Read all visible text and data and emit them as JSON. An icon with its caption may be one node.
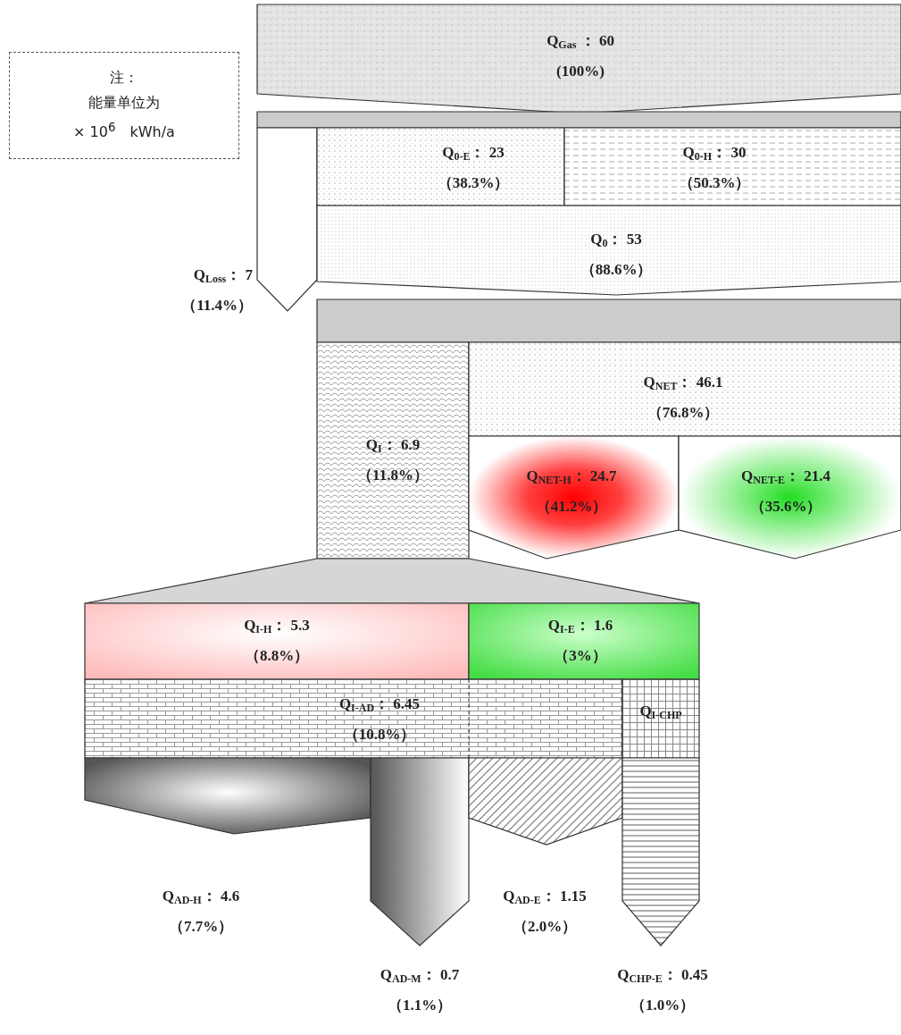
{
  "diagram": {
    "nodes": [
      {
        "text": [
          "注：",
          "能量单位为",
          "× 10$^{6}$　kWh/a"
        ]
      },
      {
        "text": [
          "Q$_{Gas}$ ： 60",
          "(100%)"
        ]
      },
      {
        "text": [],
        "shape": "bar"
      },
      {
        "text": [],
        "shape": "arrow",
        "beside": [
          "Q$_{Loss}$： 7",
          "（11.4%）"
        ]
      },
      {
        "text": [
          "Q$_{0-E}$： 23",
          "（38.3%）"
        ]
      },
      {
        "text": [
          "Q$_{0-H}$： 30",
          "（50.3%）"
        ]
      },
      {
        "text": [
          "Q$_{0}$： 53",
          "（88.6%）"
        ]
      },
      {
        "text": [],
        "shape": "bar"
      },
      {
        "text": [
          "Q$_{I}$： 6.9",
          "（11.8%）"
        ]
      },
      {
        "text": [
          "Q$_{NET}$： 46.1",
          "（76.8%）"
        ]
      },
      {
        "text": [
          "Q$_{NET-H}$： 24.7",
          "（41.2%）"
        ]
      },
      {
        "text": [
          "Q$_{NET-E}$： 21.4",
          "（35.6%）"
        ]
      },
      {
        "text": [],
        "shape": "box"
      },
      {
        "text": [
          "Q$_{I-H}$： 5.3",
          "（8.8%）"
        ]
      },
      {
        "text": [
          "Q$_{I-E}$： 1.6",
          "（3%）"
        ]
      },
      {
        "text": [
          "Q$_{I-AD}$： 6.45",
          "（10.8%）"
        ]
      },
      {
        "text": [
          "Q$_{I-CHP}$"
        ]
      },
      {
        "text": [],
        "shape": "arrow",
        "beside": [
          "Q$_{AD-H}$： 4.6",
          "（7.7%）"
        ]
      },
      {
        "text": [],
        "shape": "arrow",
        "beside": [
          "Q$_{AD-M}$： 0.7",
          "（1.1%）"
        ]
      },
      {
        "text": [],
        "shape": "arrow",
        "beside": [
          "Q$_{AD-E}$： 1.15",
          "（2.0%）"
        ]
      },
      {
        "text": [],
        "shape": "arrow",
        "beside": [
          "Q$_{CHP-E}$： 0.45",
          "（1.0%）"
        ]
      }
    ]
  }
}
